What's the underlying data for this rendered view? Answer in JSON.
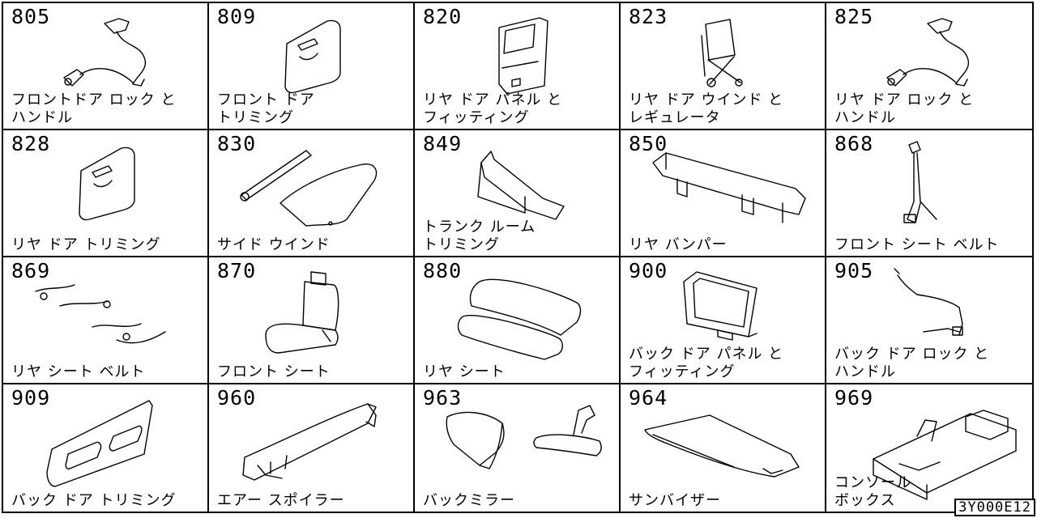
{
  "catalog": {
    "reference_code": "3Y000E12",
    "sections": [
      {
        "code": "805",
        "name": "フロントドア ロック と\nハンドル",
        "icon": "door-lock-handle-icon"
      },
      {
        "code": "809",
        "name": "フロント ドア\nトリミング",
        "icon": "door-trim-icon"
      },
      {
        "code": "820",
        "name": "リヤ ドア パネル と\nフィッティング",
        "icon": "door-panel-icon"
      },
      {
        "code": "823",
        "name": "リヤ ドア ウインド と\nレギュレータ",
        "icon": "window-regulator-icon"
      },
      {
        "code": "825",
        "name": "リヤ ドア ロック と\nハンドル",
        "icon": "door-lock-handle-icon"
      },
      {
        "code": "828",
        "name": "リヤ ドア トリミング",
        "icon": "door-trim-icon"
      },
      {
        "code": "830",
        "name": "サイド ウインド",
        "icon": "side-window-icon"
      },
      {
        "code": "849",
        "name": "トランク ルーム\nトリミング",
        "icon": "trunk-trim-icon"
      },
      {
        "code": "850",
        "name": "リヤ バンパー",
        "icon": "bumper-icon"
      },
      {
        "code": "868",
        "name": "フロント シート ベルト",
        "icon": "seat-belt-icon"
      },
      {
        "code": "869",
        "name": "リヤ シート ベルト",
        "icon": "rear-belt-icon"
      },
      {
        "code": "870",
        "name": "フロント シート",
        "icon": "front-seat-icon"
      },
      {
        "code": "880",
        "name": "リヤ シート",
        "icon": "rear-seat-icon"
      },
      {
        "code": "900",
        "name": "バック ドア パネル と\nフィッティング",
        "icon": "back-door-panel-icon"
      },
      {
        "code": "905",
        "name": "バック ドア ロック と\nハンドル",
        "icon": "back-door-lock-icon"
      },
      {
        "code": "909",
        "name": "バック ドア トリミング",
        "icon": "back-door-trim-icon"
      },
      {
        "code": "960",
        "name": "エアー スポイラー",
        "icon": "spoiler-icon"
      },
      {
        "code": "963",
        "name": "バックミラー",
        "icon": "mirror-icon"
      },
      {
        "code": "964",
        "name": "サンバイザー",
        "icon": "sun-visor-icon"
      },
      {
        "code": "969",
        "name": "コンソール\nボックス",
        "icon": "console-box-icon"
      }
    ]
  }
}
